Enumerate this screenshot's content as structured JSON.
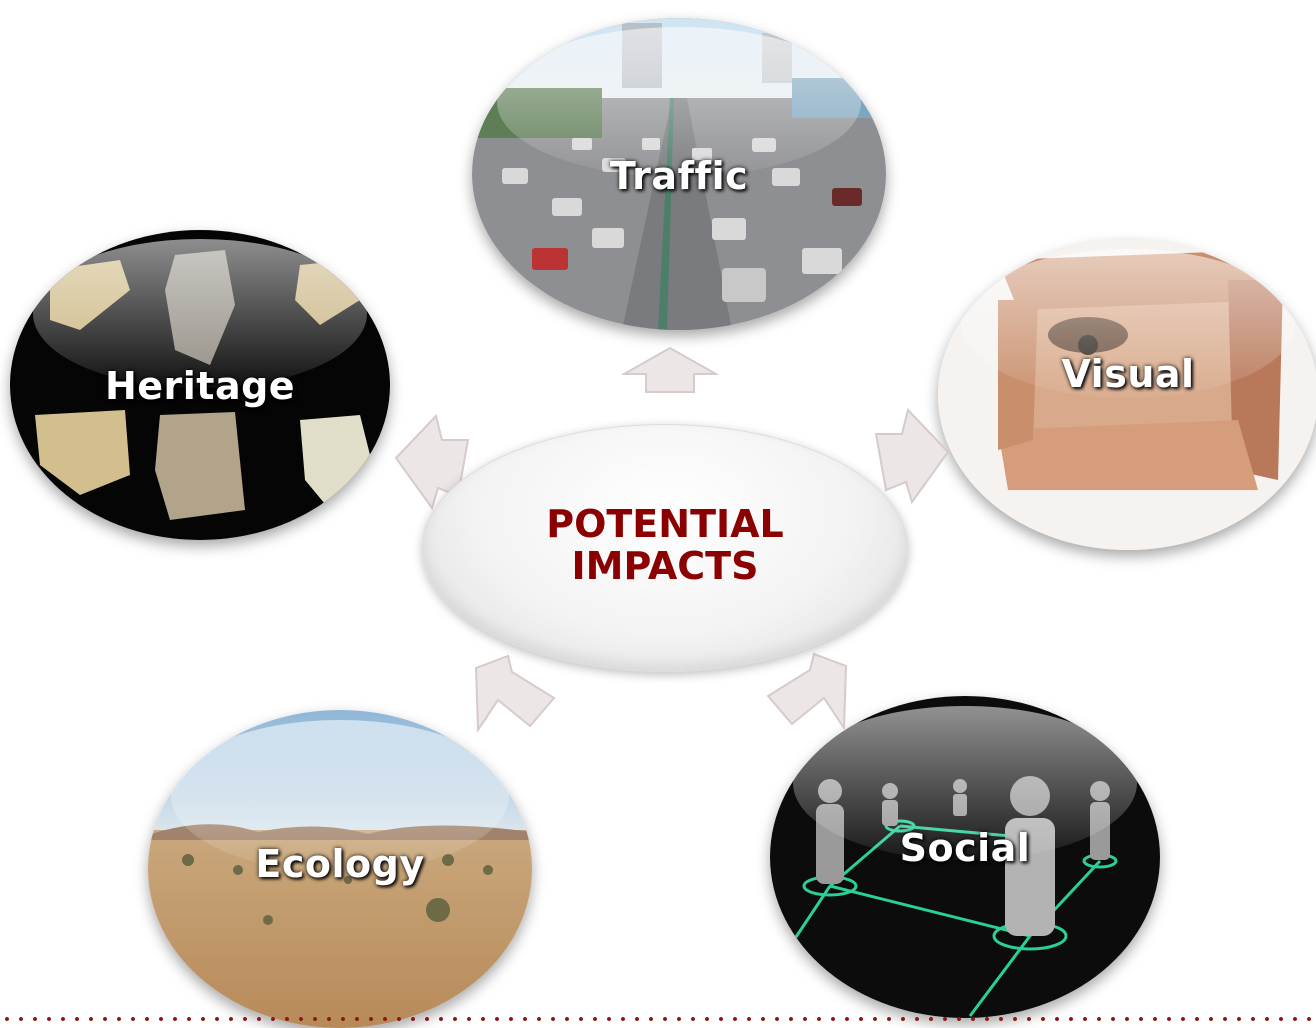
{
  "center": {
    "title": "POTENTIAL\nIMPACTS",
    "color": "#8b0000"
  },
  "impacts": {
    "traffic": {
      "label": "Traffic"
    },
    "heritage": {
      "label": "Heritage"
    },
    "visual": {
      "label": "Visual"
    },
    "ecology": {
      "label": "Ecology"
    },
    "social": {
      "label": "Social"
    }
  },
  "icons": {
    "traffic": "highway-traffic-photo",
    "heritage": "stone-artifacts-photo",
    "visual": "hands-framing-eye-photo",
    "ecology": "desert-landscape-photo",
    "social": "people-network-photo"
  },
  "colors": {
    "accent": "#8b0000",
    "footer": "#8b1a1a",
    "arrow": "#e6dede"
  }
}
